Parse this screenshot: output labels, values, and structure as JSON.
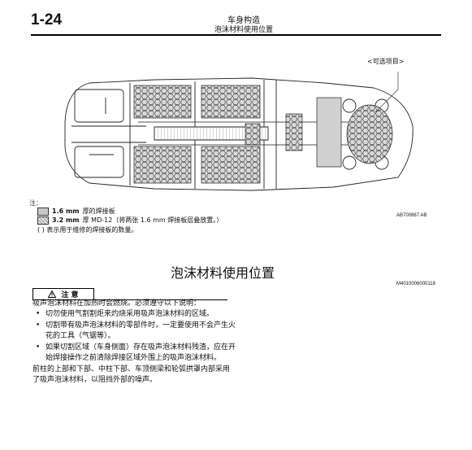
{
  "header": {
    "page_number": "1-24",
    "title": "车身构造",
    "subtitle": "泡沫材料使用位置"
  },
  "diagram": {
    "optional_tag": "<可选项目>",
    "note_label": "注：",
    "legend": [
      {
        "swatch": "plain",
        "thickness": "1.6 mm",
        "text": "厚的焊接板"
      },
      {
        "swatch": "hatched",
        "thickness": "3.2 mm",
        "text": "厚 MD-12（将两张 1.6 mm 焊接板层叠放置。）"
      }
    ],
    "paren_note": "( ) 表示用于维修的焊接板的数量。",
    "figure_code": "AB700867 AB"
  },
  "section": {
    "title": "泡沫材料使用位置",
    "code": "M4010006000118"
  },
  "caution": {
    "icon": "warning-triangle-icon",
    "label": "注  意",
    "intro": "吸声泡沫材料在加热时会燃烧。必须遵守以下说明：",
    "items": [
      "切勿使用气割割炬来灼烧采用吸声泡沫材料的区域。",
      "切割带有吸声泡沫材料的零部件时，一定要使用不会产生火花的工具（气锯等）。",
      "如果切割区域（车身侧面）存在吸声泡沫材料残渣，应在开始焊接操作之前清除焊接区域外围上的吸声泡沫材料。"
    ],
    "closing": "前柱的上部和下部、中柱下部、车顶侧梁和轮弧拱罩内部采用了吸声泡沫材料，以阻挡外部的噪声。"
  }
}
